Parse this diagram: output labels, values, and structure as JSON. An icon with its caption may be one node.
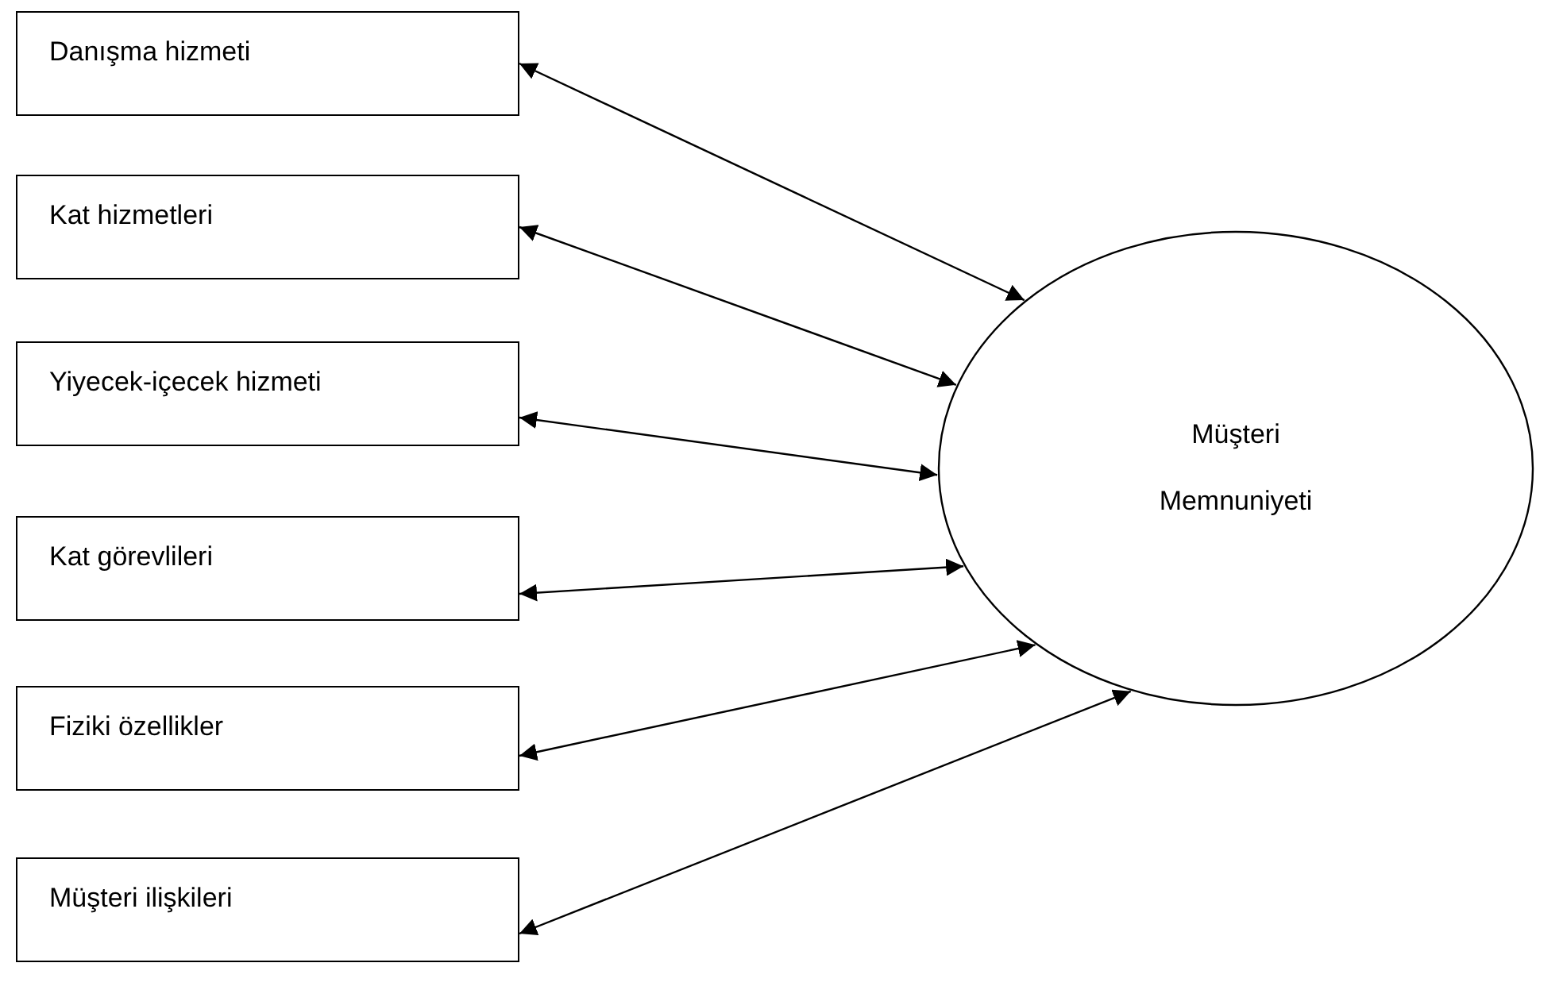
{
  "diagram": {
    "nodes": [
      {
        "text": [
          "Danışma hizmeti"
        ]
      },
      {
        "text": [
          "Kat hizmetleri"
        ]
      },
      {
        "text": [
          "Yiyecek-içecek hizmeti"
        ]
      },
      {
        "text": [
          "Kat görevlileri"
        ]
      },
      {
        "text": [
          "Fiziki özellikler"
        ]
      },
      {
        "text": [
          "Müşteri ilişkileri"
        ]
      },
      {
        "text": [
          "Müşteri Memnuniyeti"
        ]
      }
    ],
    "edges": [
      {
        "from": 0,
        "to": 6,
        "arrow": "both"
      },
      {
        "from": 1,
        "to": 6,
        "arrow": "both"
      },
      {
        "from": 2,
        "to": 6,
        "arrow": "both"
      },
      {
        "from": 3,
        "to": 6,
        "arrow": "both"
      },
      {
        "from": 4,
        "to": 6,
        "arrow": "both"
      },
      {
        "from": 5,
        "to": 6,
        "arrow": "both"
      }
    ]
  }
}
